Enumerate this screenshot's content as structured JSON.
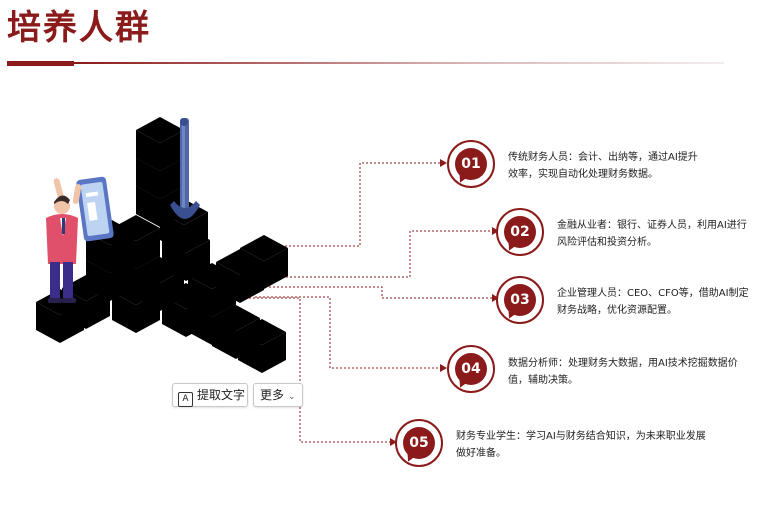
{
  "page": {
    "title": "培养人群"
  },
  "groups": [
    {
      "number": "01",
      "text_line1": "传统财务人员：会计、出纳等，通过AI提升",
      "text_line2": "效率，实现自动化处理财务数据。"
    },
    {
      "number": "02",
      "text_line1": "金融从业者：银行、证券人员，利用AI进行",
      "text_line2": "风险评估和投资分析。"
    },
    {
      "number": "03",
      "text_line1": "企业管理人员：CEO、CFO等，借助AI制定",
      "text_line2": "财务战略，优化资源配置。"
    },
    {
      "number": "04",
      "text_line1": "数据分析师：处理财务大数据，用AI技术挖掘数据价",
      "text_line2": "值，辅助决策。"
    },
    {
      "number": "05",
      "text_line1": "财务专业学生：学习AI与财务结合知识，为未来职业发展",
      "text_line2": "做好准备。"
    }
  ],
  "toolbar": {
    "extract_icon": "A",
    "extract_label": "提取文字",
    "more_label": "更多",
    "more_chevron": "⌄"
  },
  "colors": {
    "accent": "#8b1a1a",
    "cube_red": "#e05a6e",
    "cube_blue": "#a9c7ee",
    "cube_peach": "#f2d6c9"
  },
  "icons": [
    "extract-text-icon",
    "chevron-down-icon",
    "person-illustration",
    "wrench-icon",
    "tablet-icon"
  ]
}
